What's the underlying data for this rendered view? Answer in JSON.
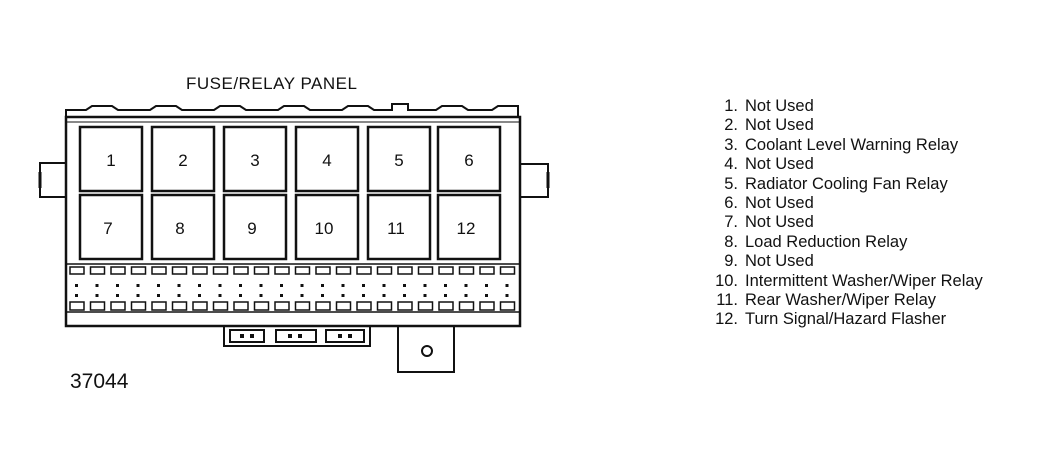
{
  "panel": {
    "title": "FUSE/RELAY PANEL",
    "figure_id": "37044",
    "relay_positions": [
      "1",
      "2",
      "3",
      "4",
      "5",
      "6",
      "7",
      "8",
      "9",
      "10",
      "11",
      "12"
    ]
  },
  "legend": [
    {
      "num": "1.",
      "label": "Not Used"
    },
    {
      "num": "2.",
      "label": "Not Used"
    },
    {
      "num": "3.",
      "label": "Coolant Level Warning Relay"
    },
    {
      "num": "4.",
      "label": "Not Used"
    },
    {
      "num": "5.",
      "label": "Radiator Cooling Fan Relay"
    },
    {
      "num": "6.",
      "label": "Not Used"
    },
    {
      "num": "7.",
      "label": "Not Used"
    },
    {
      "num": "8.",
      "label": "Load Reduction Relay"
    },
    {
      "num": "9.",
      "label": "Not Used"
    },
    {
      "num": "10.",
      "label": "Intermittent Washer/Wiper Relay"
    },
    {
      "num": "11.",
      "label": "Rear Washer/Wiper Relay"
    },
    {
      "num": "12.",
      "label": "Turn Signal/Hazard Flasher"
    }
  ]
}
